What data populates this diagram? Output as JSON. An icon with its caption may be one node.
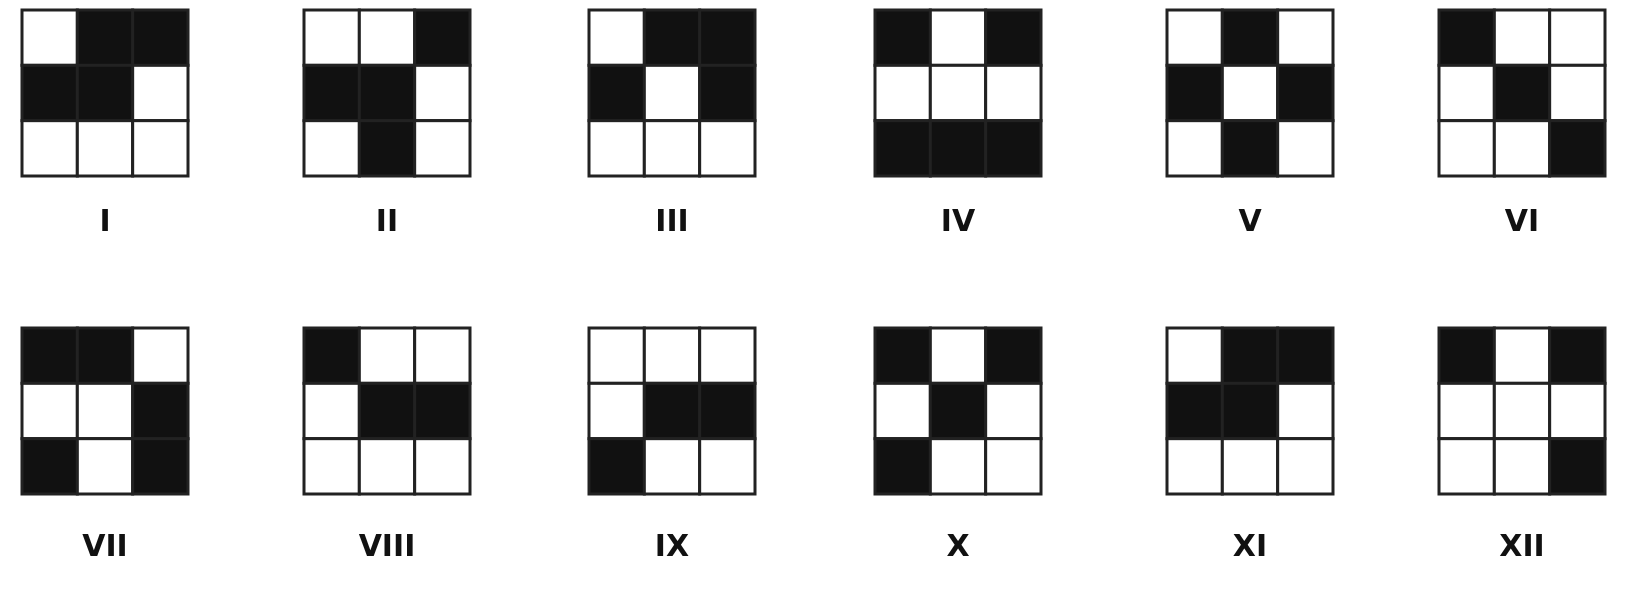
{
  "diagram": {
    "labels": [
      "I",
      "II",
      "III",
      "IV",
      "V",
      "VI",
      "VII",
      "VIII",
      "IX",
      "X",
      "XI",
      "XII"
    ]
  }
}
